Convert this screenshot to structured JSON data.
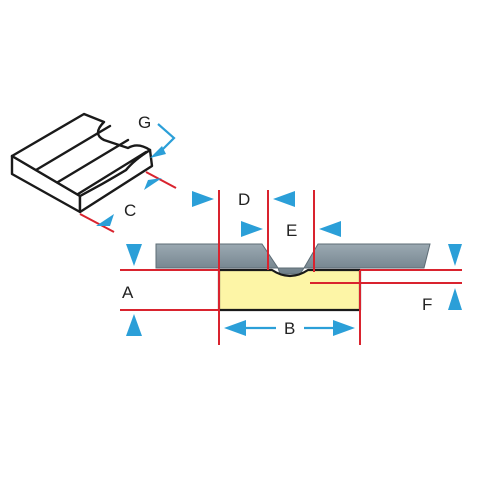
{
  "labels": {
    "a": "A",
    "b": "B",
    "c": "C",
    "d": "D",
    "e": "E",
    "f": "F",
    "g": "G"
  },
  "colors": {
    "dimension_line": "#d9232e",
    "arrow": "#2b9fd8",
    "part_fill": "#fdf5a6",
    "tool_fill": "#8b9aa4",
    "outline": "#1a1a1a"
  }
}
